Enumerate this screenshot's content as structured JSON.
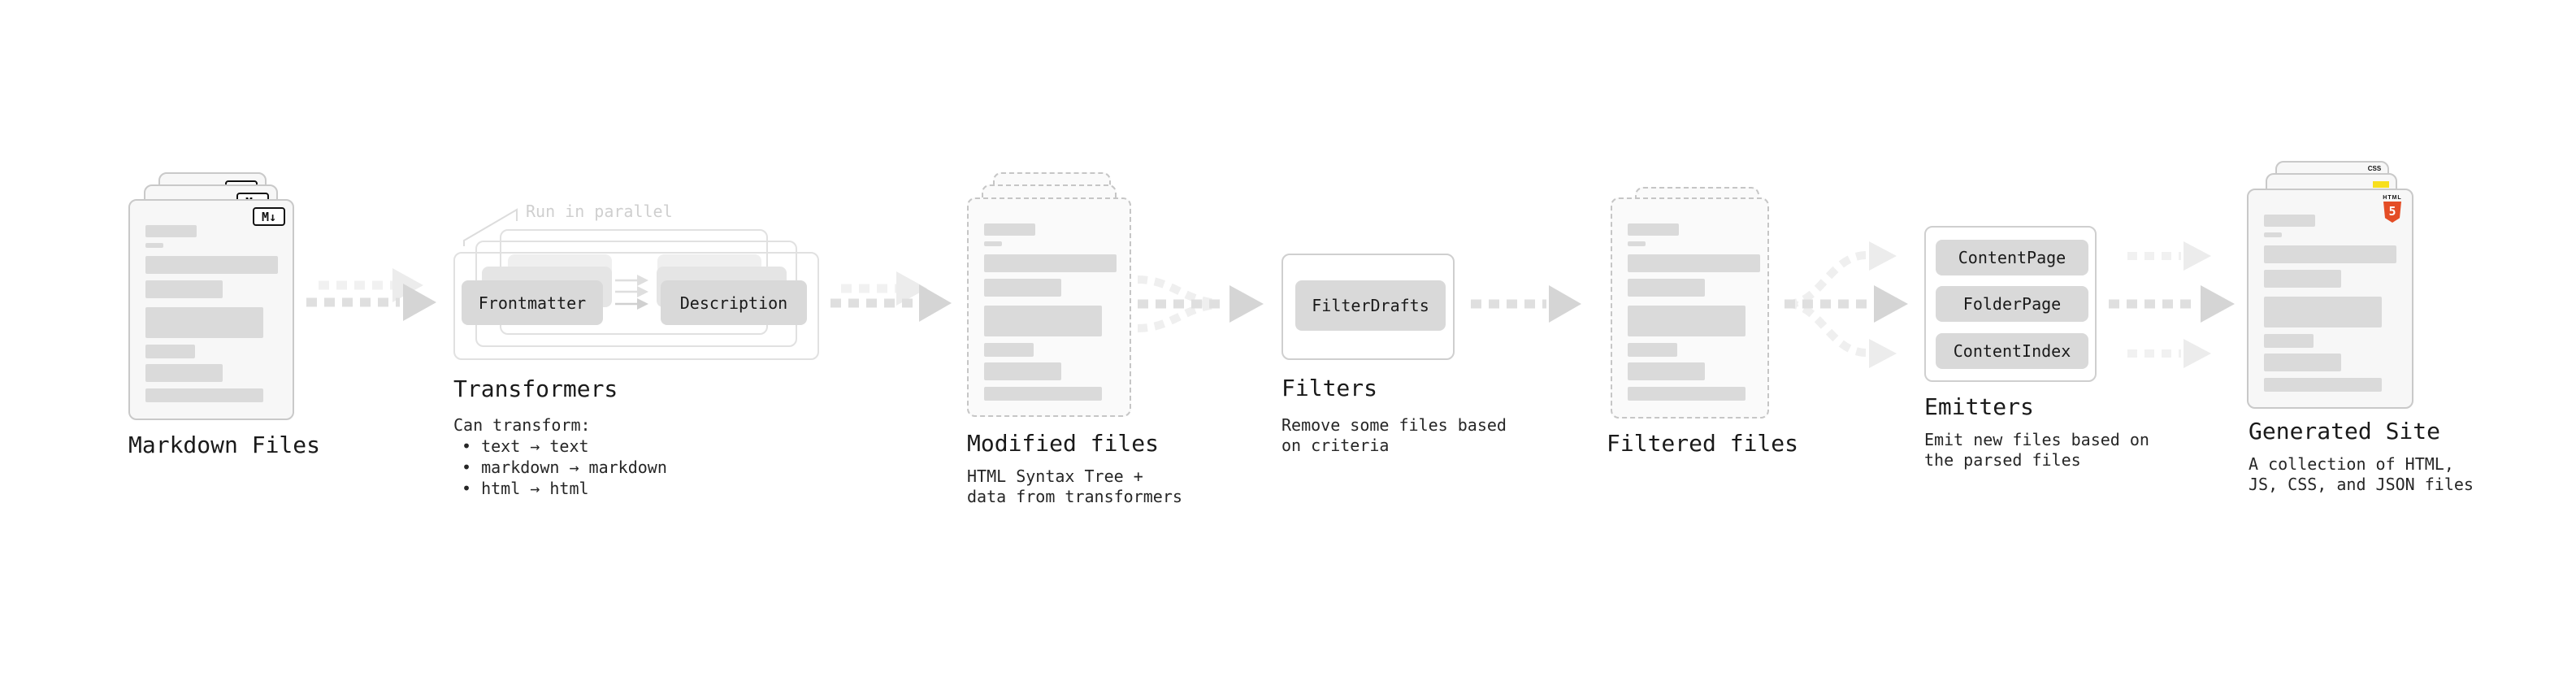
{
  "stages": {
    "markdown": {
      "title": "Markdown Files",
      "badge": "M↓"
    },
    "transformers": {
      "title": "Transformers",
      "parallel_label": "Run in parallel",
      "chip_left": "Frontmatter",
      "chip_right": "Description",
      "note_heading": "Can transform:",
      "bullets": [
        "• text → text",
        "• markdown → markdown",
        "• html → html"
      ]
    },
    "modified": {
      "title": "Modified files",
      "caption": [
        "HTML Syntax Tree +",
        "data from transformers"
      ]
    },
    "filters": {
      "title": "Filters",
      "chip": "FilterDrafts",
      "caption": [
        "Remove some files based",
        "on criteria"
      ]
    },
    "filtered": {
      "title": "Filtered files"
    },
    "emitters": {
      "title": "Emitters",
      "chips": [
        "ContentPage",
        "FolderPage",
        "ContentIndex"
      ],
      "caption": [
        "Emit new files based on",
        "the parsed files"
      ]
    },
    "generated": {
      "title": "Generated Site",
      "caption": [
        "A collection of HTML,",
        "JS, CSS, and JSON files"
      ],
      "badges": {
        "css": "CSS",
        "html_word": "HTML",
        "html_number": "5"
      }
    }
  },
  "colors": {
    "arrow_dark": "#dfdfdf",
    "arrow_head_dark": "#d5d5d5",
    "arrow_light": "#f1f1f1",
    "arrow_head_light": "#ececec",
    "chip_bg": "#d9d9d9",
    "card_bg": "#f7f7f7",
    "placeholder_bar": "#dadada",
    "js_yellow": "#f7df1e",
    "css_blue": "#2965f1",
    "html5_orange": "#e44d26",
    "markdown_badge": "#111111"
  }
}
